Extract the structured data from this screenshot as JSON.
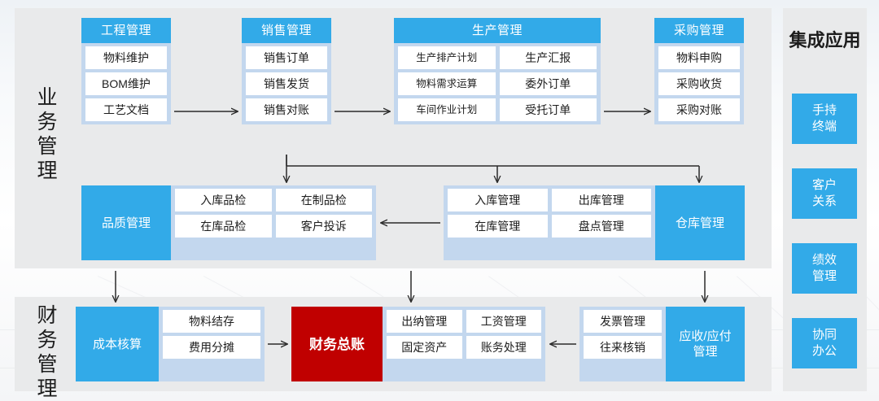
{
  "sections": {
    "business": {
      "label": "业务管理"
    },
    "finance": {
      "label": "财务管理"
    },
    "integration": {
      "title": "集成应用"
    }
  },
  "colors": {
    "header_blue": "#32aae8",
    "container_blue": "#c3d7ee",
    "panel_gray": "#e9eaeb",
    "cell_white": "#ffffff",
    "ledger_red": "#c00000"
  },
  "business_row1": [
    {
      "title": "工程管理",
      "layout": "single",
      "items": [
        "物料维护",
        "BOM维护",
        "工艺文档"
      ]
    },
    {
      "title": "销售管理",
      "layout": "single",
      "items": [
        "销售订单",
        "销售发货",
        "销售对账"
      ]
    },
    {
      "title": "生产管理",
      "layout": "double",
      "left": [
        "生产排产计划",
        "物料需求运算",
        "车间作业计划"
      ],
      "right": [
        "生产汇报",
        "委外订单",
        "受托订单"
      ]
    },
    {
      "title": "采购管理",
      "layout": "single",
      "items": [
        "物料申购",
        "采购收货",
        "采购对账"
      ]
    }
  ],
  "business_row2": {
    "quality": {
      "label": "品质管理",
      "left": [
        "入库品检",
        "在库品检"
      ],
      "right": [
        "在制品检",
        "客户投诉"
      ]
    },
    "warehouse": {
      "label": "仓库管理",
      "left": [
        "入库管理",
        "在库管理"
      ],
      "right": [
        "出库管理",
        "盘点管理"
      ]
    }
  },
  "finance_row": {
    "cost": {
      "label": "成本核算",
      "items": [
        "物料结存",
        "费用分摊"
      ]
    },
    "ledger": {
      "label": "财务总账"
    },
    "accounting": {
      "left": [
        "出纳管理",
        "固定资产"
      ],
      "right": [
        "工资管理",
        "账务处理"
      ]
    },
    "receivable": {
      "label": "应收/应付\n管理",
      "label_line1": "应收/应付",
      "label_line2": "管理",
      "items": [
        "发票管理",
        "往来核销"
      ]
    }
  },
  "integration_apps": [
    {
      "line1": "手持",
      "line2": "终端"
    },
    {
      "line1": "客户",
      "line2": "关系"
    },
    {
      "line1": "绩效",
      "line2": "管理"
    },
    {
      "line1": "协同",
      "line2": "办公"
    }
  ]
}
